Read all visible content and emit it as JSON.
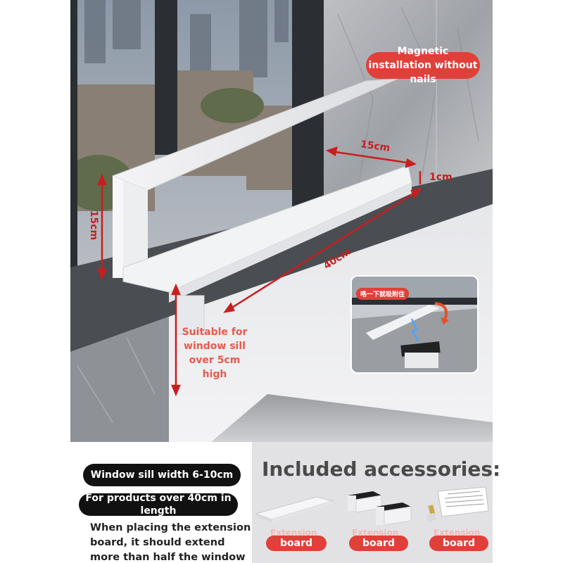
{
  "callouts": {
    "magnetic": "Magnetic installation without nails",
    "depth": "15cm",
    "lip": "1cm",
    "height": "15cm",
    "length": "40cm",
    "suitable": "Suitable for window sill over 5cm high",
    "inset_tag": "咯一下就吸附住"
  },
  "specs": {
    "sill_width": "Window sill width 6-10cm",
    "long_products": "For products over 40cm in length",
    "note": "When placing the extension board, it should extend more than half the window sill"
  },
  "accessories": {
    "title": "Included accessories:",
    "items": [
      {
        "ghost": "Extension",
        "label": "board"
      },
      {
        "ghost": "Extension",
        "label": "board"
      },
      {
        "ghost": "Extension",
        "label": "board"
      }
    ]
  },
  "colors": {
    "accent": "#e0403a",
    "dimension": "#c81e1e",
    "pill": "#111111"
  }
}
